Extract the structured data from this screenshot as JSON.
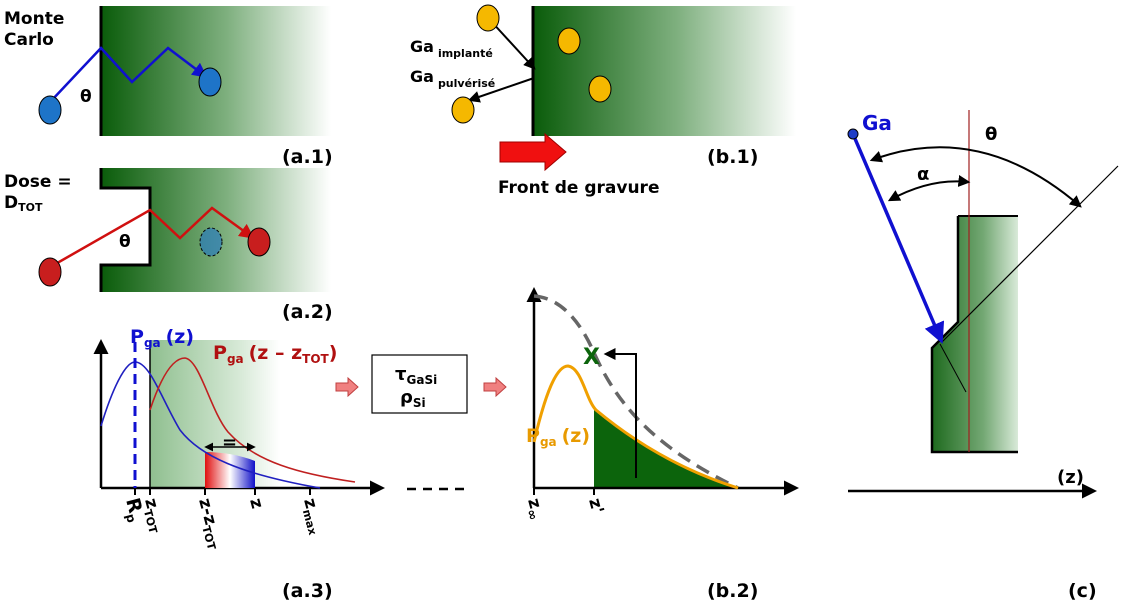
{
  "panel_a1": {
    "title_line1": "Monte",
    "title_line2": "Carlo",
    "angle_label": "θ",
    "caption": "(a.1)"
  },
  "panel_a2": {
    "dose_line1": "Dose =",
    "dose_main": "D",
    "dose_sub": "TOT",
    "angle_label": "θ",
    "caption": "(a.2)"
  },
  "panel_a3": {
    "curve1_label_main": "P",
    "curve1_label_sub": "ga",
    "curve1_label_arg": "(z)",
    "curve2_label_main": "P",
    "curve2_label_sub": "ga",
    "curve2_label_arg_a": "(z – z",
    "curve2_label_arg_sub": "TOT",
    "curve2_label_arg_b": ")",
    "equals_sign": "=",
    "tick_rp_main": "R",
    "tick_rp_sub": "p",
    "tick_ztot_main": "z",
    "tick_ztot_sub": "TOT",
    "tick_zminus_main": "z-z",
    "tick_zminus_sub": "TOT",
    "tick_z": "z",
    "tick_zmax_main": "z",
    "tick_zmax_sub": "max",
    "caption": "(a.3)"
  },
  "param_box": {
    "tau_main": "τ",
    "tau_sub": "GaSi",
    "rho_main": "ρ",
    "rho_sub": "Si"
  },
  "panel_b1": {
    "ga_implanted_main": "Ga",
    "ga_implanted_sub": "implanté",
    "ga_sputtered_main": "Ga",
    "ga_sputtered_sub": "pulvérisé",
    "front_label": "Front de gravure",
    "caption": "(b.1)"
  },
  "panel_b2": {
    "curve_label_main": "P",
    "curve_label_sub": "ga",
    "curve_label_arg": "(z)",
    "marker": "X",
    "tick_zinf_main": "z",
    "tick_zinf_sub": "∞",
    "tick_zprime": "z'",
    "caption": "(b.2)"
  },
  "panel_c": {
    "ga_label": "Ga",
    "theta_label": "θ",
    "alpha_label": "α",
    "axis_label": "(z)",
    "caption": "(c)"
  },
  "colors": {
    "green_dark": "#006400",
    "blue_particle": "#1e74c8",
    "red_particle": "#c81e1e",
    "gold_particle": "#f5b800",
    "beam_blue": "#1010d0",
    "orange_curve": "#f0a000",
    "pink_arrow": "#f08080"
  }
}
